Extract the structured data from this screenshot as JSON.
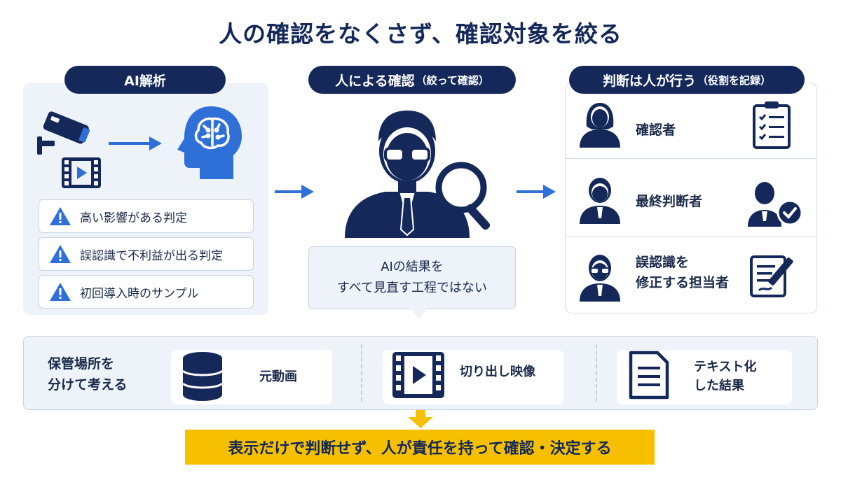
{
  "title": "人の確認をなくさず、確認対象を絞る",
  "colors": {
    "navy": "#14285a",
    "blue": "#2e6fd8",
    "yellow": "#f6c000",
    "panel": "#eef3fa"
  },
  "left": {
    "header": "AI解析",
    "items": [
      {
        "icon": "warning-icon",
        "label": "高い影響がある判定"
      },
      {
        "icon": "warning-icon",
        "label": "誤認識で不利益が出る判定"
      },
      {
        "icon": "warning-icon",
        "label": "初回導入時のサンプル"
      }
    ]
  },
  "middle": {
    "header": "人による確認",
    "header_sub": "（絞って確認）",
    "note_line1": "AIの結果を",
    "note_line2": "すべて見直す工程ではない"
  },
  "right": {
    "header": "判断は人が行う",
    "header_sub": "（役割を記録）",
    "roles": [
      {
        "line1": "確認者",
        "line2": ""
      },
      {
        "line1": "最終判断者",
        "line2": ""
      },
      {
        "line1": "誤認識を",
        "line2": "修正する担当者"
      }
    ]
  },
  "storage": {
    "title_line1": "保管場所を",
    "title_line2": "分けて考える",
    "items": [
      {
        "line1": "元動画",
        "line2": ""
      },
      {
        "line1": "切り出し映像",
        "line2": ""
      },
      {
        "line1": "テキスト化",
        "line2": "した結果"
      }
    ]
  },
  "banner": "表示だけで判断せず、人が責任を持って確認・決定する"
}
